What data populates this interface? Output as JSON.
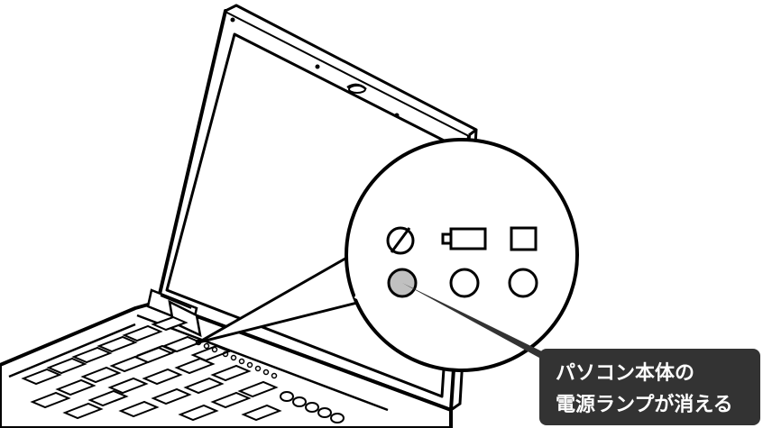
{
  "callout": {
    "line1": "パソコン本体の",
    "line2": "電源ランプが消える",
    "box_color": "#333333",
    "text_color": "#ffffff"
  },
  "indicators": {
    "icons": [
      "power-icon",
      "battery-icon",
      "drive-icon"
    ],
    "states": [
      {
        "name": "power-lamp",
        "lit": false,
        "fill": "#c0c0c0"
      },
      {
        "name": "battery-lamp",
        "lit": false,
        "fill": "#ffffff"
      },
      {
        "name": "drive-lamp",
        "lit": false,
        "fill": "#ffffff"
      }
    ]
  }
}
